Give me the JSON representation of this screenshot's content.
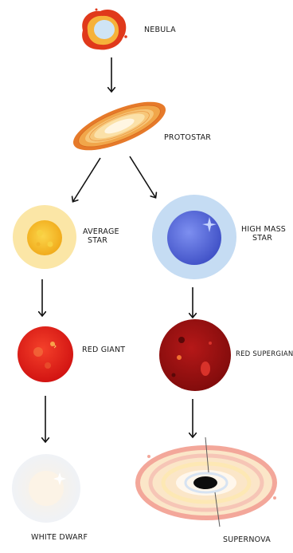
{
  "diagram": {
    "stages": {
      "nebula": "NEBULA",
      "protostar": "PROTOSTAR",
      "average_star": [
        "AVERAGE",
        "STAR"
      ],
      "high_mass_star": [
        "HIGH MASS",
        "STAR"
      ],
      "red_giant": "RED GIANT",
      "red_supergiant": "RED SUPERGIANT",
      "white_dwarf": "WHITE DWARF",
      "supernova": "SUPERNOVA"
    },
    "colors": {
      "nebula_outer": "#e23a1c",
      "nebula_mid": "#f6b23a",
      "nebula_core": "#cfe4f5",
      "protostar": "#e67a2a",
      "average_star": "#f5c030",
      "average_halo": "#fbe6a6",
      "high_mass_star": "#5a6ee0",
      "high_mass_halo": "#c5dcf3",
      "red_giant": "#e21b16",
      "red_supergiant": "#9a1010",
      "white_dwarf": "#f4f6fa",
      "supernova": "#f3a79a",
      "arrow": "#111111"
    }
  }
}
